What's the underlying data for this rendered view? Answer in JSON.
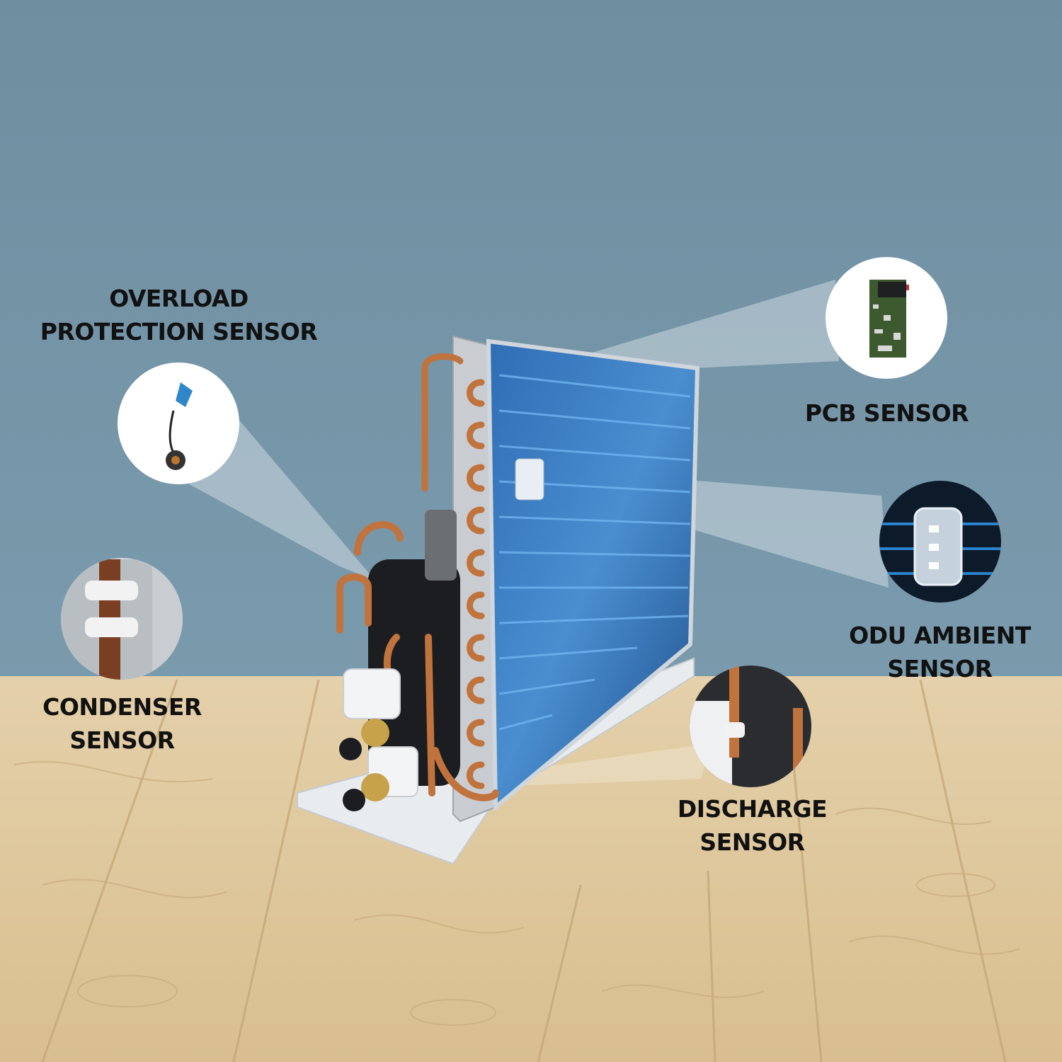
{
  "background": {
    "wall_color": "#7393a5",
    "floor_color": "#e0c9a0"
  },
  "product": {
    "coil_color": "#3f7fc2",
    "pipe_color": "#c0733d",
    "base_color": "#eef0f2"
  },
  "callouts": [
    {
      "id": "overload",
      "lines": [
        "OVERLOAD",
        "PROTECTION SENSOR"
      ],
      "icon": "thermal-overload-protector-icon"
    },
    {
      "id": "pcb",
      "lines": [
        "PCB SENSOR"
      ],
      "icon": "circuit-board-icon"
    },
    {
      "id": "odu-ambient",
      "lines": [
        "ODU AMBIENT",
        "SENSOR"
      ],
      "icon": "ambient-sensor-clip-icon"
    },
    {
      "id": "condenser",
      "lines": [
        "CONDENSER",
        "SENSOR"
      ],
      "icon": "pipe-clip-sensor-icon"
    },
    {
      "id": "discharge",
      "lines": [
        "DISCHARGE",
        "SENSOR"
      ],
      "icon": "discharge-pipe-sensor-icon"
    }
  ]
}
